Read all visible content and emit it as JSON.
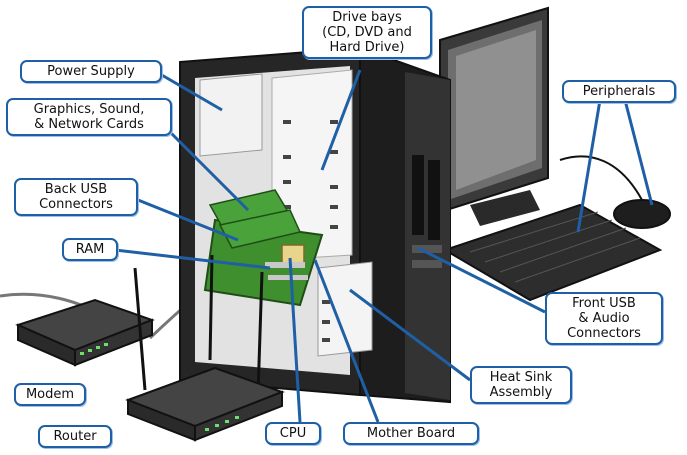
{
  "labels": {
    "drive_bays": "Drive bays\n(CD, DVD and\nHard Drive)",
    "power_supply": "Power Supply",
    "graphics_cards": "Graphics, Sound,\n& Network Cards",
    "back_usb": "Back USB\nConnectors",
    "ram": "RAM",
    "peripherals": "Peripherals",
    "front_usb": "Front USB\n& Audio\nConnectors",
    "heat_sink": "Heat Sink\nAssembly",
    "modem": "Modem",
    "router": "Router",
    "cpu": "CPU",
    "mother_board": "Mother Board"
  },
  "colors": {
    "label_border": "#1f5fa6",
    "callout_line": "#1f5fa6",
    "case_dark": "#2b2b2b",
    "case_light": "#d9d9d9",
    "board_green": "#3f8f2f"
  }
}
